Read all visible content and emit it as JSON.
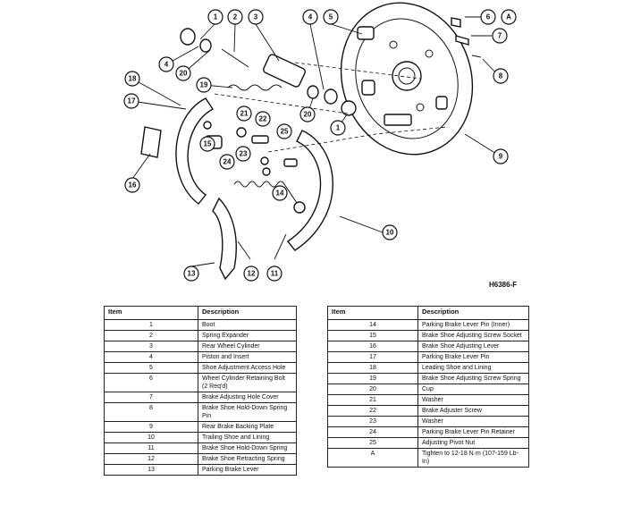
{
  "diagram": {
    "figure_code": "H6386-F",
    "callouts": [
      "1",
      "2",
      "3",
      "4",
      "5",
      "6",
      "A",
      "7",
      "8",
      "20",
      "18",
      "19",
      "17",
      "21",
      "22",
      "20",
      "1",
      "9",
      "15",
      "25",
      "23",
      "16",
      "24",
      "14",
      "10",
      "13",
      "12",
      "11"
    ]
  },
  "tables": {
    "header": {
      "item": "Item",
      "description": "Description"
    },
    "left": [
      {
        "item": "1",
        "description": "Boot"
      },
      {
        "item": "2",
        "description": "Spring Expander"
      },
      {
        "item": "3",
        "description": "Rear Wheel Cylinder"
      },
      {
        "item": "4",
        "description": "Piston and Insert"
      },
      {
        "item": "5",
        "description": "Shoe Adjustment Access Hole"
      },
      {
        "item": "6",
        "description": "Wheel Cylinder Retaining Bolt (2 Req'd)"
      },
      {
        "item": "7",
        "description": "Brake Adjusting Hole Cover"
      },
      {
        "item": "8",
        "description": "Brake Shoe Hold-Down Spring Pin"
      },
      {
        "item": "9",
        "description": "Rear Brake Backing Plate"
      },
      {
        "item": "10",
        "description": "Trailing Shoe and Lining"
      },
      {
        "item": "11",
        "description": "Brake Shoe Hold-Down Spring"
      },
      {
        "item": "12",
        "description": "Brake Shoe Retracting Spring"
      },
      {
        "item": "13",
        "description": "Parking Brake Lever"
      }
    ],
    "right": [
      {
        "item": "14",
        "description": "Parking Brake Lever Pin (Inner)"
      },
      {
        "item": "15",
        "description": "Brake Shoe Adjusting Screw Socket"
      },
      {
        "item": "16",
        "description": "Brake Shoe Adjusting Lever"
      },
      {
        "item": "17",
        "description": "Parking Brake Lever Pin"
      },
      {
        "item": "18",
        "description": "Leading Shoe and Lining"
      },
      {
        "item": "19",
        "description": "Brake Shoe Adjusting Screw Spring"
      },
      {
        "item": "20",
        "description": "Cup"
      },
      {
        "item": "21",
        "description": "Washer"
      },
      {
        "item": "22",
        "description": "Brake Adjuster Screw"
      },
      {
        "item": "23",
        "description": "Washer"
      },
      {
        "item": "24",
        "description": "Parking Brake Lever Pin Retainer"
      },
      {
        "item": "25",
        "description": "Adjusting Pivot Nut"
      },
      {
        "item": "A",
        "description": "Tighten to 12-18 N·m (107-159 Lb-In)"
      }
    ]
  }
}
